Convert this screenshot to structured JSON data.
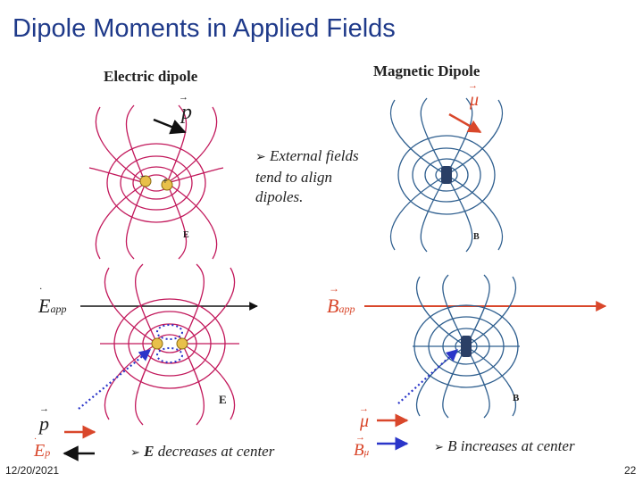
{
  "slide": {
    "title": "Dipole Moments in Applied Fields",
    "date": "12/20/2021",
    "page_number": "22"
  },
  "electric": {
    "heading": "Electric dipole",
    "moment_label": "p",
    "field_label": "E",
    "applied_label_main": "E",
    "applied_label_sub": "app",
    "bottom_p_label": "p",
    "bottom_e_label_main": "E",
    "bottom_e_label_sub": "p",
    "note_bold": "E",
    "note_text": "decreases at center",
    "minus_charge": "−",
    "plus_charge": "+"
  },
  "magnetic": {
    "heading": "Magnetic Dipole",
    "moment_label": "μ",
    "field_label": "B",
    "applied_label_main": "B",
    "applied_label_sub": "app",
    "bottom_mu_label": "μ",
    "bottom_b_label_main": "B",
    "bottom_b_label_sub": "μ",
    "note_text": "B increases at center"
  },
  "center_note": {
    "bullet": "➢",
    "text": "External fields tend to align dipoles."
  },
  "colors": {
    "title": "#1f3a8a",
    "electric_field": "#c2185b",
    "magnetic_field": "#2f5f8f",
    "applied_b_arrow": "#d9472b",
    "dotted_arrow": "#2a35c9",
    "charge": "#e8c04a"
  }
}
